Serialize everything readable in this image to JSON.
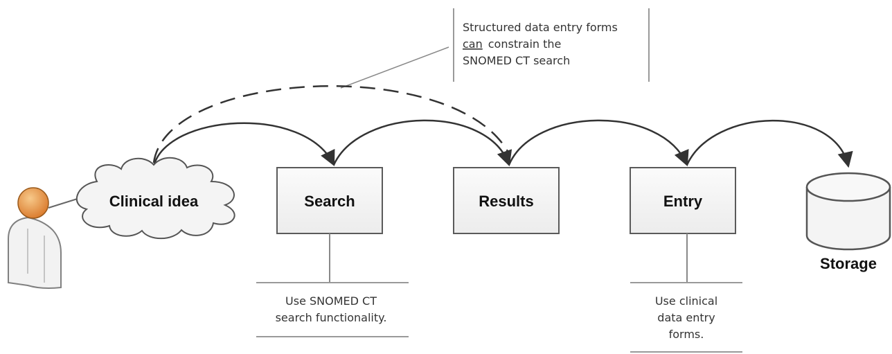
{
  "nodes": {
    "clinical_idea": "Clinical idea",
    "search": "Search",
    "results": "Results",
    "entry": "Entry",
    "storage": "Storage"
  },
  "notes": {
    "structured_forms": {
      "line1": "Structured data entry forms",
      "line2_underlined": "can",
      "line2_rest": "constrain the",
      "line3": "SNOMED CT search"
    },
    "search_note": {
      "line1": "Use SNOMED CT",
      "line2": "search functionality."
    },
    "entry_note": {
      "line1": "Use clinical",
      "line2": "data entry",
      "line3": "forms."
    }
  },
  "colors": {
    "box_fill": "#f4f4f4",
    "box_stroke": "#5a5a5a",
    "arrow": "#333333",
    "person_head": "#e8953a",
    "person_body": "#f2f2f2"
  }
}
